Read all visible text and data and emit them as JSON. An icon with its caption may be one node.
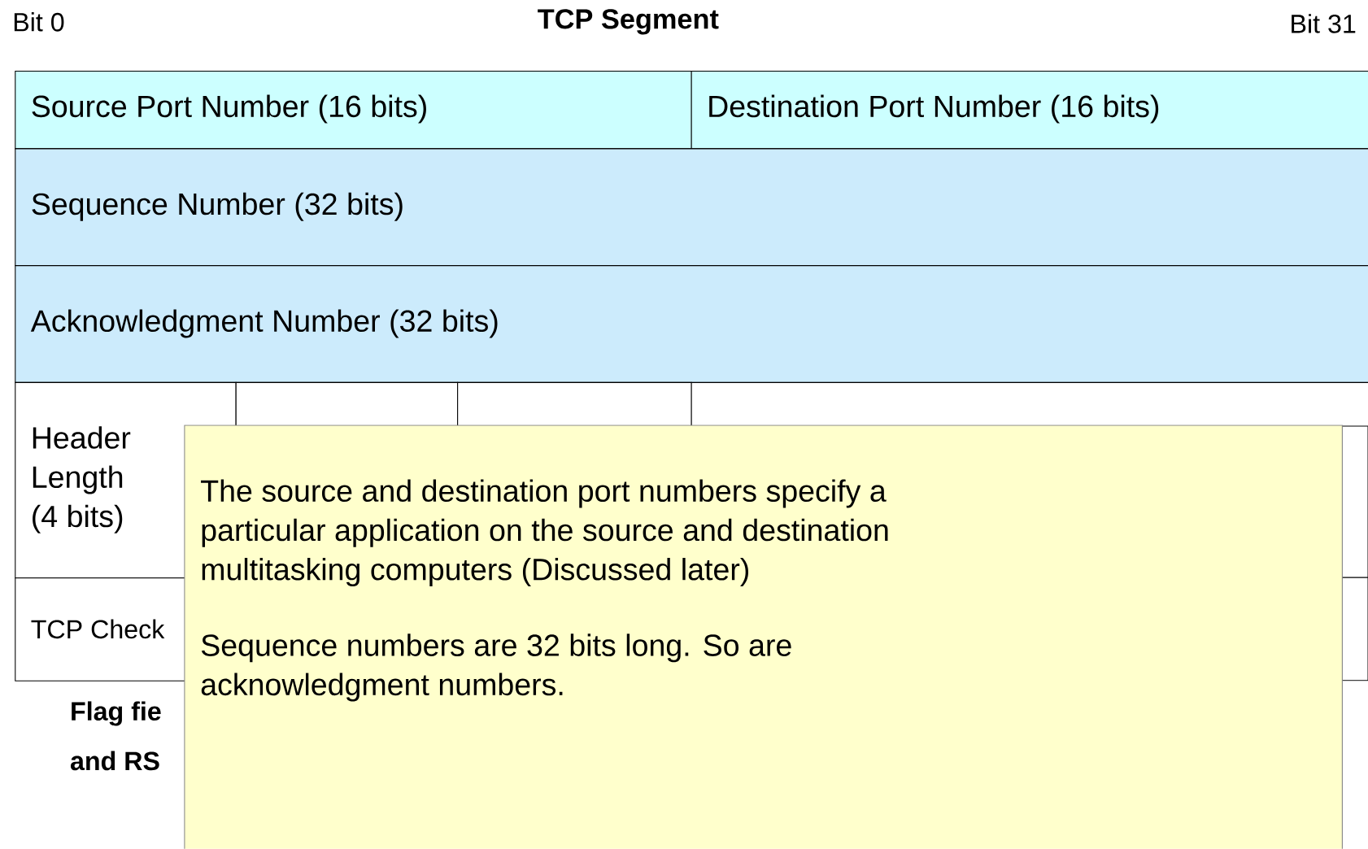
{
  "diagram": {
    "title": "TCP Segment",
    "nodes": [
      {
        "text": [
          "Source Port Number (16 bits)"
        ]
      },
      {
        "text": [
          "Destination Port Number (16 bits)"
        ]
      },
      {
        "text": [
          "Sequence Number (32 bits)"
        ]
      },
      {
        "text": [
          "Acknowledgment Number (32 bits)"
        ]
      },
      {
        "text": [
          "Header Length (4 bits)"
        ]
      },
      {
        "text": [],
        "shape": "box"
      },
      {
        "text": [],
        "shape": "box"
      },
      {
        "text": [],
        "shape": "box"
      },
      {
        "text": [
          "TCP Check"
        ]
      },
      {
        "text": [
          "The source and destination port numbers specify a particular application on the source and destination multitasking computers (Discussed later)",
          "Sequence numbers are 32 bits long. So are acknowledgment numbers."
        ]
      }
    ],
    "labels": [
      "Bit 0",
      "Bit 31",
      "Flag fie",
      "and RS"
    ]
  }
}
